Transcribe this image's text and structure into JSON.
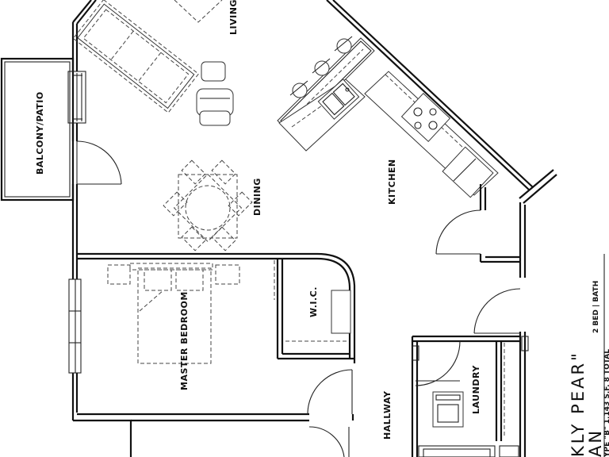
{
  "rooms": {
    "living": "LIVING",
    "balcony": "BALCONY/PATIO",
    "dining": "DINING",
    "kitchen": "KITCHEN",
    "master_bedroom": "MASTER BEDROOM",
    "wic": "W.I.C.",
    "hallway": "HALLWAY",
    "laundry": "LAUNDRY"
  },
  "plan": {
    "name_line1": "KLY  PEAR\"",
    "name_line2": "AN",
    "spec": "2 BED | BATH",
    "type": "YPE \"B\"  1,143 S.F.  8 TOTAL"
  }
}
